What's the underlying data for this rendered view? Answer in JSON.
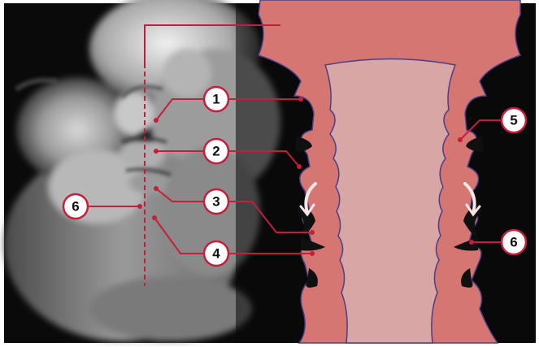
{
  "colors": {
    "frame": "#ffffff",
    "photo_bg": "#0a0a0a",
    "tissue": "#d57673",
    "lumen": "#d9a6a6",
    "outline": "#4a3f86",
    "leader": "#c41e3a",
    "dark_notch": "#101010",
    "arrow": "#f4e6e6",
    "label_fill": "#ffffff",
    "label_stroke": "#c41e3a"
  },
  "labels": {
    "l1": "1",
    "l2": "2",
    "l3": "3",
    "l4": "4",
    "l5": "5",
    "l6_left": "6",
    "l6_right": "6"
  }
}
